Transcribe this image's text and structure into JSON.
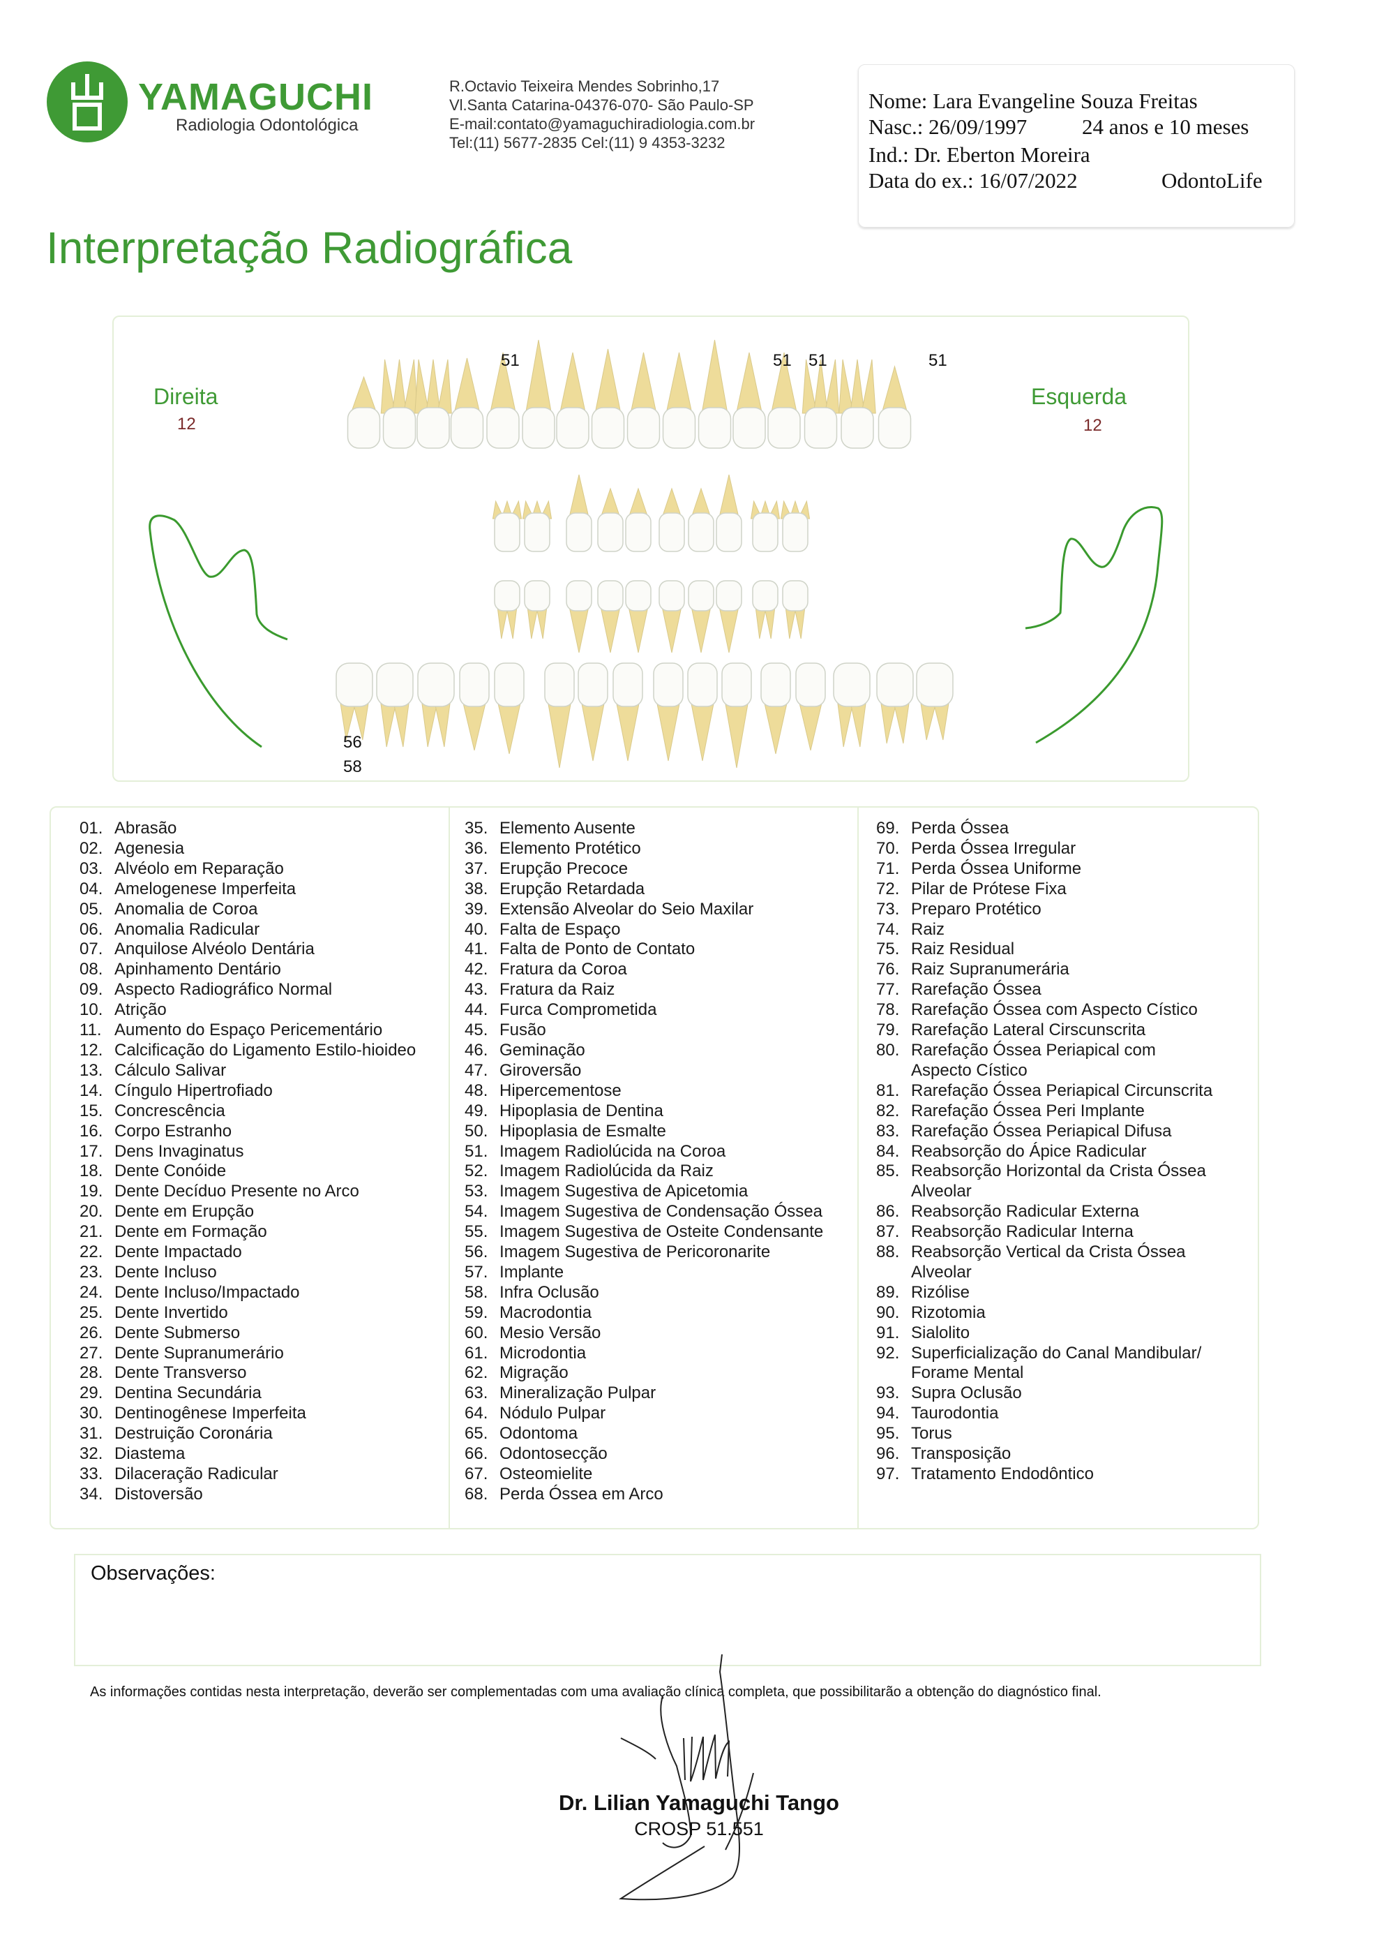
{
  "header": {
    "brand": "YAMAGUCHI",
    "brand_subtitle": "Radiologia Odontológica",
    "logo_glyph": "山口",
    "address": [
      "R.Octavio Teixeira Mendes Sobrinho,17",
      "Vl.Santa Catarina-04376-070- São Paulo-SP",
      "E-mail:contato@yamaguchiradiologia.com.br",
      "Tel:(11) 5677-2835 Cel:(11) 9 4353-3232"
    ]
  },
  "patient": {
    "name": "Nome: Lara Evangeline Souza Freitas",
    "birth": "Nasc.: 26/09/1997",
    "age": "24 anos e 10 meses",
    "referrer": "Ind.: Dr. Eberton Moreira",
    "exam_date": "Data do ex.: 16/07/2022",
    "clinic": "OdontoLife"
  },
  "title": "Interpretação Radiográfica",
  "dental_chart": {
    "right_label": "Direita",
    "right_code": "12",
    "left_label": "Esquerda",
    "left_code": "12",
    "upper_marks": [
      "51",
      "51",
      "51",
      "51"
    ],
    "lower_marks": [
      "56",
      "58"
    ]
  },
  "findings": {
    "col1": [
      [
        "01.",
        "Abrasão"
      ],
      [
        "02.",
        "Agenesia"
      ],
      [
        "03.",
        "Alvéolo em Reparação"
      ],
      [
        "04.",
        "Amelogenese Imperfeita"
      ],
      [
        "05.",
        "Anomalia de Coroa"
      ],
      [
        "06.",
        "Anomalia Radicular"
      ],
      [
        "07.",
        "Anquilose Alvéolo Dentária"
      ],
      [
        "08.",
        "Apinhamento Dentário"
      ],
      [
        "09.",
        "Aspecto Radiográfico Normal"
      ],
      [
        "10.",
        "Atrição"
      ],
      [
        "11.",
        "Aumento do Espaço Pericementário"
      ],
      [
        "12.",
        "Calcificação do Ligamento Estilo-hioideo"
      ],
      [
        "13.",
        "Cálculo Salivar"
      ],
      [
        "14.",
        "Cíngulo Hipertrofiado"
      ],
      [
        "15.",
        "Concrescência"
      ],
      [
        "16.",
        "Corpo Estranho"
      ],
      [
        "17.",
        "Dens Invaginatus"
      ],
      [
        "18.",
        "Dente Conóide"
      ],
      [
        "19.",
        "Dente Decíduo Presente no Arco"
      ],
      [
        "20.",
        "Dente em Erupção"
      ],
      [
        "21.",
        "Dente em Formação"
      ],
      [
        "22.",
        "Dente Impactado"
      ],
      [
        "23.",
        "Dente Incluso"
      ],
      [
        "24.",
        "Dente Incluso/Impactado"
      ],
      [
        "25.",
        "Dente Invertido"
      ],
      [
        "26.",
        "Dente Submerso"
      ],
      [
        "27.",
        "Dente Supranumerário"
      ],
      [
        "28.",
        "Dente Transverso"
      ],
      [
        "29.",
        "Dentina Secundária"
      ],
      [
        "30.",
        "Dentinogênese Imperfeita"
      ],
      [
        "31.",
        "Destruição Coronária"
      ],
      [
        "32.",
        "Diastema"
      ],
      [
        "33.",
        "Dilaceração Radicular"
      ],
      [
        "34.",
        "Distoversão"
      ]
    ],
    "col2": [
      [
        "35.",
        "Elemento Ausente"
      ],
      [
        "36.",
        "Elemento Protético"
      ],
      [
        "37.",
        "Erupção Precoce"
      ],
      [
        "38.",
        "Erupção Retardada"
      ],
      [
        "39.",
        "Extensão Alveolar do Seio Maxilar"
      ],
      [
        "40.",
        "Falta de Espaço"
      ],
      [
        "41.",
        "Falta de Ponto de Contato"
      ],
      [
        "42.",
        "Fratura da Coroa"
      ],
      [
        "43.",
        "Fratura da Raiz"
      ],
      [
        "44.",
        "Furca Comprometida"
      ],
      [
        "45.",
        "Fusão"
      ],
      [
        "46.",
        "Geminação"
      ],
      [
        "47.",
        "Giroversão"
      ],
      [
        "48.",
        "Hipercementose"
      ],
      [
        "49.",
        "Hipoplasia de Dentina"
      ],
      [
        "50.",
        "Hipoplasia de Esmalte"
      ],
      [
        "51.",
        "Imagem Radiolúcida na Coroa"
      ],
      [
        "52.",
        "Imagem Radiolúcida da Raiz"
      ],
      [
        "53.",
        "Imagem Sugestiva de Apicetomia"
      ],
      [
        "54.",
        "Imagem Sugestiva de Condensação Óssea"
      ],
      [
        "55.",
        "Imagem Sugestiva de Osteite Condensante"
      ],
      [
        "56.",
        "Imagem Sugestiva de Pericoronarite"
      ],
      [
        "57.",
        "Implante"
      ],
      [
        "58.",
        "Infra Oclusão"
      ],
      [
        "59.",
        "Macrodontia"
      ],
      [
        "60.",
        "Mesio Versão"
      ],
      [
        "61.",
        "Microdontia"
      ],
      [
        "62.",
        "Migração"
      ],
      [
        "63.",
        "Mineralização Pulpar"
      ],
      [
        "64.",
        "Nódulo Pulpar"
      ],
      [
        "65.",
        "Odontoma"
      ],
      [
        "66.",
        "Odontosecção"
      ],
      [
        "67.",
        "Osteomielite"
      ],
      [
        "68.",
        "Perda Óssea em Arco"
      ]
    ],
    "col3": [
      [
        "69.",
        "Perda Óssea"
      ],
      [
        "70.",
        "Perda Óssea Irregular"
      ],
      [
        "71.",
        "Perda Óssea Uniforme"
      ],
      [
        "72.",
        "Pilar de Prótese Fixa"
      ],
      [
        "73.",
        "Preparo Protético"
      ],
      [
        "74.",
        "Raiz"
      ],
      [
        "75.",
        "Raiz Residual"
      ],
      [
        "76.",
        "Raiz Supranumerária"
      ],
      [
        "77.",
        "Rarefação Óssea"
      ],
      [
        "78.",
        "Rarefação Óssea com Aspecto Cístico"
      ],
      [
        "79.",
        "Rarefação Lateral Cirscunscrita"
      ],
      [
        "80.",
        "Rarefação Óssea Periapical com\nAspecto Cístico"
      ],
      [
        "81.",
        "Rarefação Óssea Periapical Circunscrita"
      ],
      [
        "82.",
        "Rarefação Óssea Peri Implante"
      ],
      [
        "83.",
        "Rarefação Óssea Periapical Difusa"
      ],
      [
        "84.",
        "Reabsorção do Ápice Radicular"
      ],
      [
        "85.",
        "Reabsorção Horizontal da Crista Óssea\nAlveolar"
      ],
      [
        "86.",
        "Reabsorção Radicular Externa"
      ],
      [
        "87.",
        "Reabsorção Radicular Interna"
      ],
      [
        "88.",
        "Reabsorção Vertical da Crista Óssea\nAlveolar"
      ],
      [
        "89.",
        "Rizólise"
      ],
      [
        "90.",
        "Rizotomia"
      ],
      [
        "91.",
        "Sialolito"
      ],
      [
        "92.",
        "Superficialização do Canal Mandibular/\nForame Mental"
      ],
      [
        "93.",
        "Supra Oclusão"
      ],
      [
        "94.",
        "Taurodontia"
      ],
      [
        "95.",
        "Torus"
      ],
      [
        "96.",
        "Transposição"
      ],
      [
        "97.",
        "Tratamento Endodôntico"
      ]
    ]
  },
  "observations": {
    "label": "Observações:"
  },
  "disclaimer": "As informações contidas nesta interpretação, deverão ser complementadas com uma avaliação clínica completa, que possibilitarão a obtenção do diagnóstico final.",
  "signature": {
    "name": "Dr. Lilian Yamaguchi Tango",
    "registry": "CROSP 51.551"
  },
  "colors": {
    "brand_green": "#3f9a35",
    "code_red": "#7a2a2a",
    "root_yellow": "#eedc9a",
    "frame_green": "#e4efd8"
  }
}
